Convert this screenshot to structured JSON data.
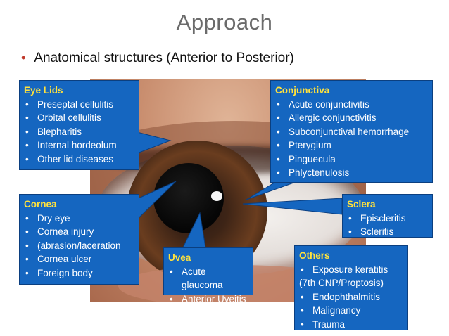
{
  "slide": {
    "title": "Approach",
    "bullet": "Anatomical structures (Anterior to Posterior)"
  },
  "colors": {
    "box_fill": "#1566c0",
    "heading": "#ffe23d",
    "bullet_dot": "#c0392b"
  },
  "boxes": {
    "eyelids": {
      "heading": "Eye Lids",
      "items": [
        "Preseptal cellulitis",
        "Orbital cellulitis",
        "Blepharitis",
        "Internal hordeolum",
        "Other lid diseases"
      ]
    },
    "conjunctiva": {
      "heading": "Conjunctiva",
      "items": [
        "Acute conjunctivitis",
        "Allergic conjunctivitis",
        "Subconjunctival hemorrhage",
        "Pterygium",
        "Pinguecula",
        "Phlyctenulosis"
      ]
    },
    "cornea": {
      "heading": "Cornea",
      "items": [
        "Dry eye",
        "Cornea injury",
        "Cornea ulcer",
        "Foreign body"
      ],
      "continuation": "(abrasion/laceration"
    },
    "sclera": {
      "heading": "Sclera",
      "items": [
        "Episcleritis",
        "Scleritis"
      ]
    },
    "uvea": {
      "heading": "Uvea",
      "items": [
        "Acute glaucoma",
        "Anterior Uveitis"
      ]
    },
    "others": {
      "heading": "Others",
      "items": [
        "Exposure keratitis",
        "Endophthalmitis",
        "Malignancy",
        "Trauma"
      ],
      "continuation": "(7th CNP/Proptosis)"
    }
  }
}
